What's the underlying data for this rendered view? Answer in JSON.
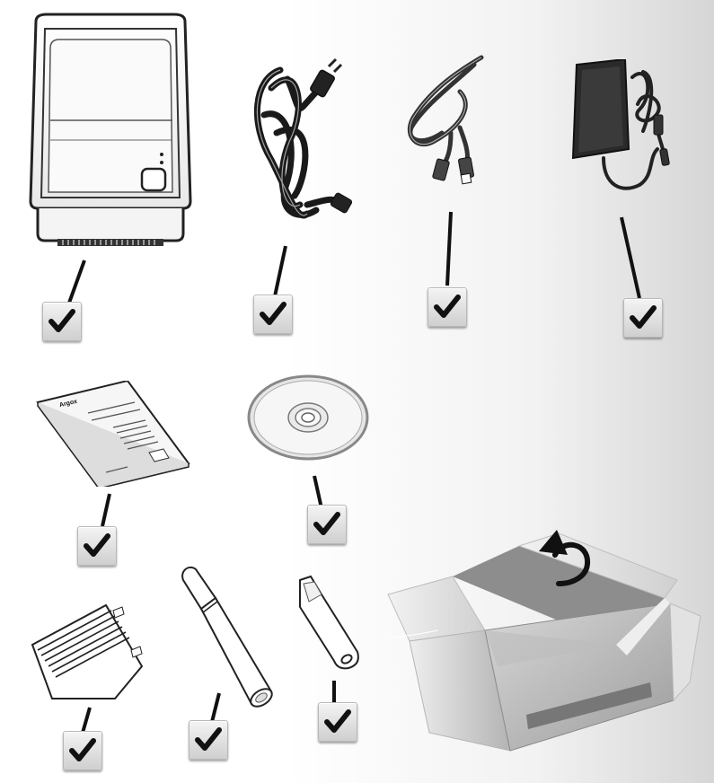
{
  "illustration": {
    "items": [
      {
        "id": "printer",
        "icon": "printer-icon",
        "checked": true
      },
      {
        "id": "power-cord",
        "icon": "power-cord-icon",
        "checked": true
      },
      {
        "id": "usb-cable",
        "icon": "usb-cable-icon",
        "checked": true
      },
      {
        "id": "power-adapter",
        "icon": "power-adapter-icon",
        "checked": true
      },
      {
        "id": "quick-guide",
        "icon": "quick-guide-booklet-icon",
        "checked": true
      },
      {
        "id": "cd",
        "icon": "cd-icon",
        "checked": true
      },
      {
        "id": "paper-guide",
        "icon": "paper-guide-icon",
        "checked": true
      },
      {
        "id": "cleaning-pen",
        "icon": "cleaning-pen-icon",
        "checked": true
      },
      {
        "id": "key",
        "icon": "key-icon",
        "checked": true
      }
    ],
    "box_icon": "open-box-icon",
    "booklet_logo_text": "Argox",
    "colors": {
      "check_mark": "#111111",
      "outline": "#222222",
      "box_fill": "#c9c9c9"
    }
  }
}
